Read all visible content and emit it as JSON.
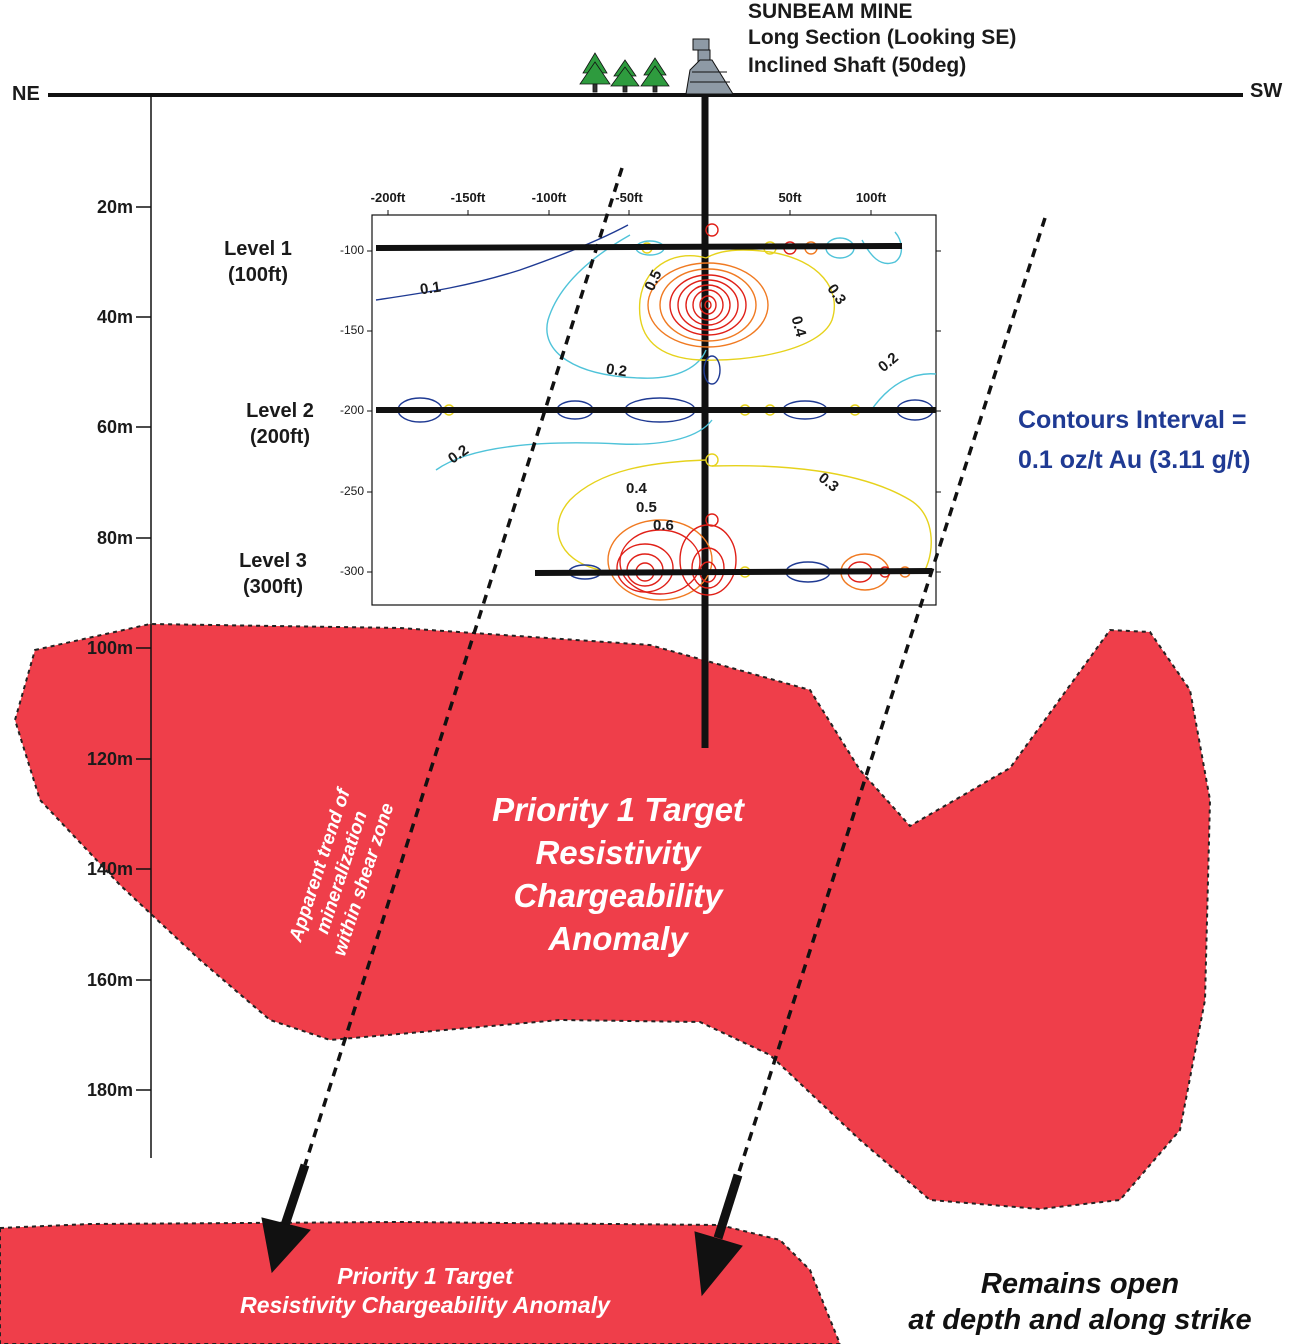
{
  "title": {
    "line1": "SUNBEAM MINE",
    "line2": "Long Section (Looking SE)",
    "line3": "Inclined Shaft (50deg)"
  },
  "directions": {
    "left": "NE",
    "right": "SW"
  },
  "depth_axis": [
    "20m",
    "40m",
    "60m",
    "80m",
    "100m",
    "120m",
    "140m",
    "160m",
    "180m"
  ],
  "levels": [
    {
      "name": "Level 1",
      "depth": "(100ft)"
    },
    {
      "name": "Level 2",
      "depth": "(200ft)"
    },
    {
      "name": "Level 3",
      "depth": "(300ft)"
    }
  ],
  "inset": {
    "x_ticks": [
      "-200ft",
      "-150ft",
      "-100ft",
      "-50ft",
      "50ft",
      "100ft"
    ],
    "y_ticks": [
      "-100",
      "-150",
      "-200",
      "-250",
      "-300"
    ],
    "contour_labels": [
      "0.1",
      "0.5",
      "0.3",
      "0.4",
      "0.2",
      "0.2",
      "0.2",
      "0.4",
      "0.5",
      "0.6",
      "0.3"
    ]
  },
  "contour_interval": {
    "line1": "Contours Interval =",
    "line2": "0.1 oz/t Au (3.11 g/t)"
  },
  "target_main": {
    "line1": "Priority 1 Target",
    "line2": "Resistivity",
    "line3": "Chargeability",
    "line4": "Anomaly"
  },
  "target_lower": {
    "line1": "Priority 1 Target",
    "line2": "Resistivity Chargeability Anomaly"
  },
  "trend_label": {
    "line1": "Apparent trend of",
    "line2": "mineralization",
    "line3": "within shear zone"
  },
  "open_note": {
    "line1": "Remains open",
    "line2": "at depth and along strike"
  },
  "colors": {
    "anomaly_fill": "#ef3e4a",
    "interval_text": "#1f3a93",
    "tree": "#2e9b3e",
    "headframe": "#8e9aa5",
    "contour_low": "#1f3a93",
    "contour_mid": "#4fc3d9",
    "contour_high_a": "#e6d21c",
    "contour_high_b": "#f07a22",
    "contour_peak": "#e02018"
  }
}
